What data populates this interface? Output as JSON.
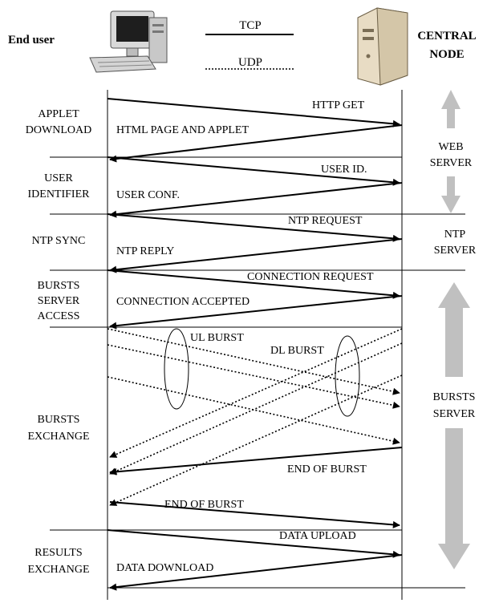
{
  "header": {
    "end_user": "End user",
    "tcp": "TCP",
    "udp": "UDP",
    "central_node_line1": "CENTRAL",
    "central_node_line2": "NODE"
  },
  "phases": {
    "applet_1": "APPLET",
    "applet_2": "DOWNLOAD",
    "user_1": "USER",
    "user_2": "IDENTIFIER",
    "ntp": "NTP SYNC",
    "bsa_1": "BURSTS",
    "bsa_2": "SERVER",
    "bsa_3": "ACCESS",
    "bex_1": "BURSTS",
    "bex_2": "EXCHANGE",
    "res_1": "RESULTS",
    "res_2": "EXCHANGE"
  },
  "servers": {
    "web_1": "WEB",
    "web_2": "SERVER",
    "ntp_1": "NTP",
    "ntp_2": "SERVER",
    "bursts_1": "BURSTS",
    "bursts_2": "SERVER"
  },
  "messages": {
    "http_get": "HTTP GET",
    "html_page": "HTML PAGE AND APPLET",
    "user_id": "USER ID.",
    "user_conf": "USER CONF.",
    "ntp_request": "NTP REQUEST",
    "ntp_reply": "NTP REPLY",
    "conn_request": "CONNECTION REQUEST",
    "conn_accepted": "CONNECTION ACCEPTED",
    "ul_burst": "UL BURST",
    "dl_burst": "DL BURST",
    "end_of_burst_1": "END OF BURST",
    "end_of_burst_2": "END OF BURST",
    "data_upload": "DATA UPLOAD",
    "data_download": "DATA DOWNLOAD"
  },
  "colors": {
    "line": "#000000",
    "server_arrow": "#c0c0c0",
    "monitor": "#d9d9d9",
    "screen": "#1e1e1e",
    "tower": "#e8dcc4"
  },
  "icons": {
    "end_user": "desktop-computer-icon",
    "central_node": "server-tower-icon"
  }
}
